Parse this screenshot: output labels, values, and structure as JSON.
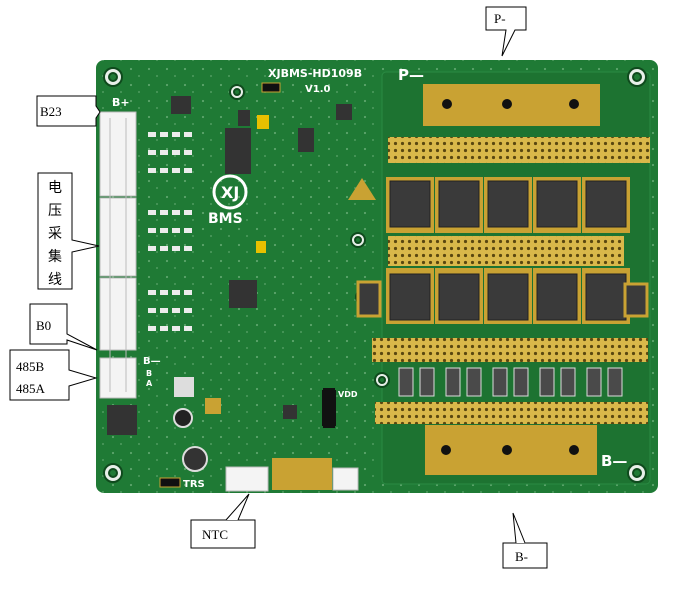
{
  "callouts": {
    "p_minus": "P-",
    "b_minus": "B-",
    "b23": "B23",
    "voltage": [
      "电",
      "压",
      "采",
      "集",
      "线"
    ],
    "b0": "B0",
    "rs485b": "485B",
    "rs485a": "485A",
    "ntc": "NTC"
  },
  "silkscreen": {
    "model": "XJBMS-HD109B",
    "version": "V1.0",
    "p_pad": "P—",
    "b_pad": "B—",
    "b_plus": "B+",
    "b_minus_small": "B—",
    "b_small": "B",
    "a_small": "A",
    "vdd": "VDD",
    "trs": "TRS",
    "logo": "BMS"
  },
  "colors": {
    "board": "#1f7a35",
    "board_dark": "#155f27",
    "copper_pad": "#c9a233",
    "gold_holes": "#d9b84a",
    "mosfet": "#3c3c3c",
    "connector": "#f4f4f4"
  }
}
